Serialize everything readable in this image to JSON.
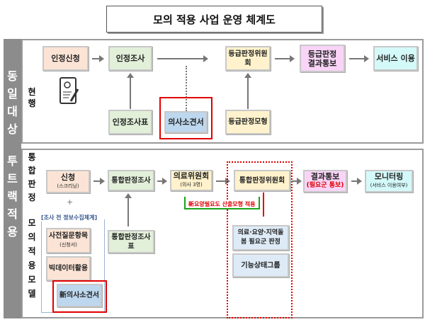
{
  "title": "모의 적용 사업 운영 체계도",
  "side_top": "동일대상",
  "side_bottom": "투트랙 적용",
  "current": {
    "label": "현행",
    "boxes": {
      "apply": "인정신청",
      "survey": "인정조사",
      "committee": "등급판정위원회",
      "result": "등급판정 결과통보",
      "service": "서비스 이용",
      "survey_form": "인정조사표",
      "doctor": "의사소견서",
      "model": "등급판정모형"
    }
  },
  "pilot": {
    "label1": "통합판정",
    "label2": "모의적용 모델",
    "apply": "신청",
    "apply_sub": "(스크리닝)",
    "survey": "통합판정조사",
    "medical": "의료위원회",
    "medical_sub": "(의사 3명)",
    "committee": "통합판정위원회",
    "result": "결과통보",
    "result_sub": "(필요군 통보)",
    "monitor": "모니터링",
    "monitor_sub": "(서비스 이용여부)",
    "plus": "+",
    "bracket": "[조사 전 정보수집체계]",
    "questions": "사전질문항목",
    "questions_sub": "(신청서)",
    "bigdata": "빅데이터활용",
    "new_doctor": "新의사소견서",
    "survey_form": "통합판정조사표",
    "green_note": "新요양필요도 산출모형 적용",
    "need_group": "의료·요양·지역돌봄 필요군 판정",
    "func_group": "기능상태그룹"
  }
}
